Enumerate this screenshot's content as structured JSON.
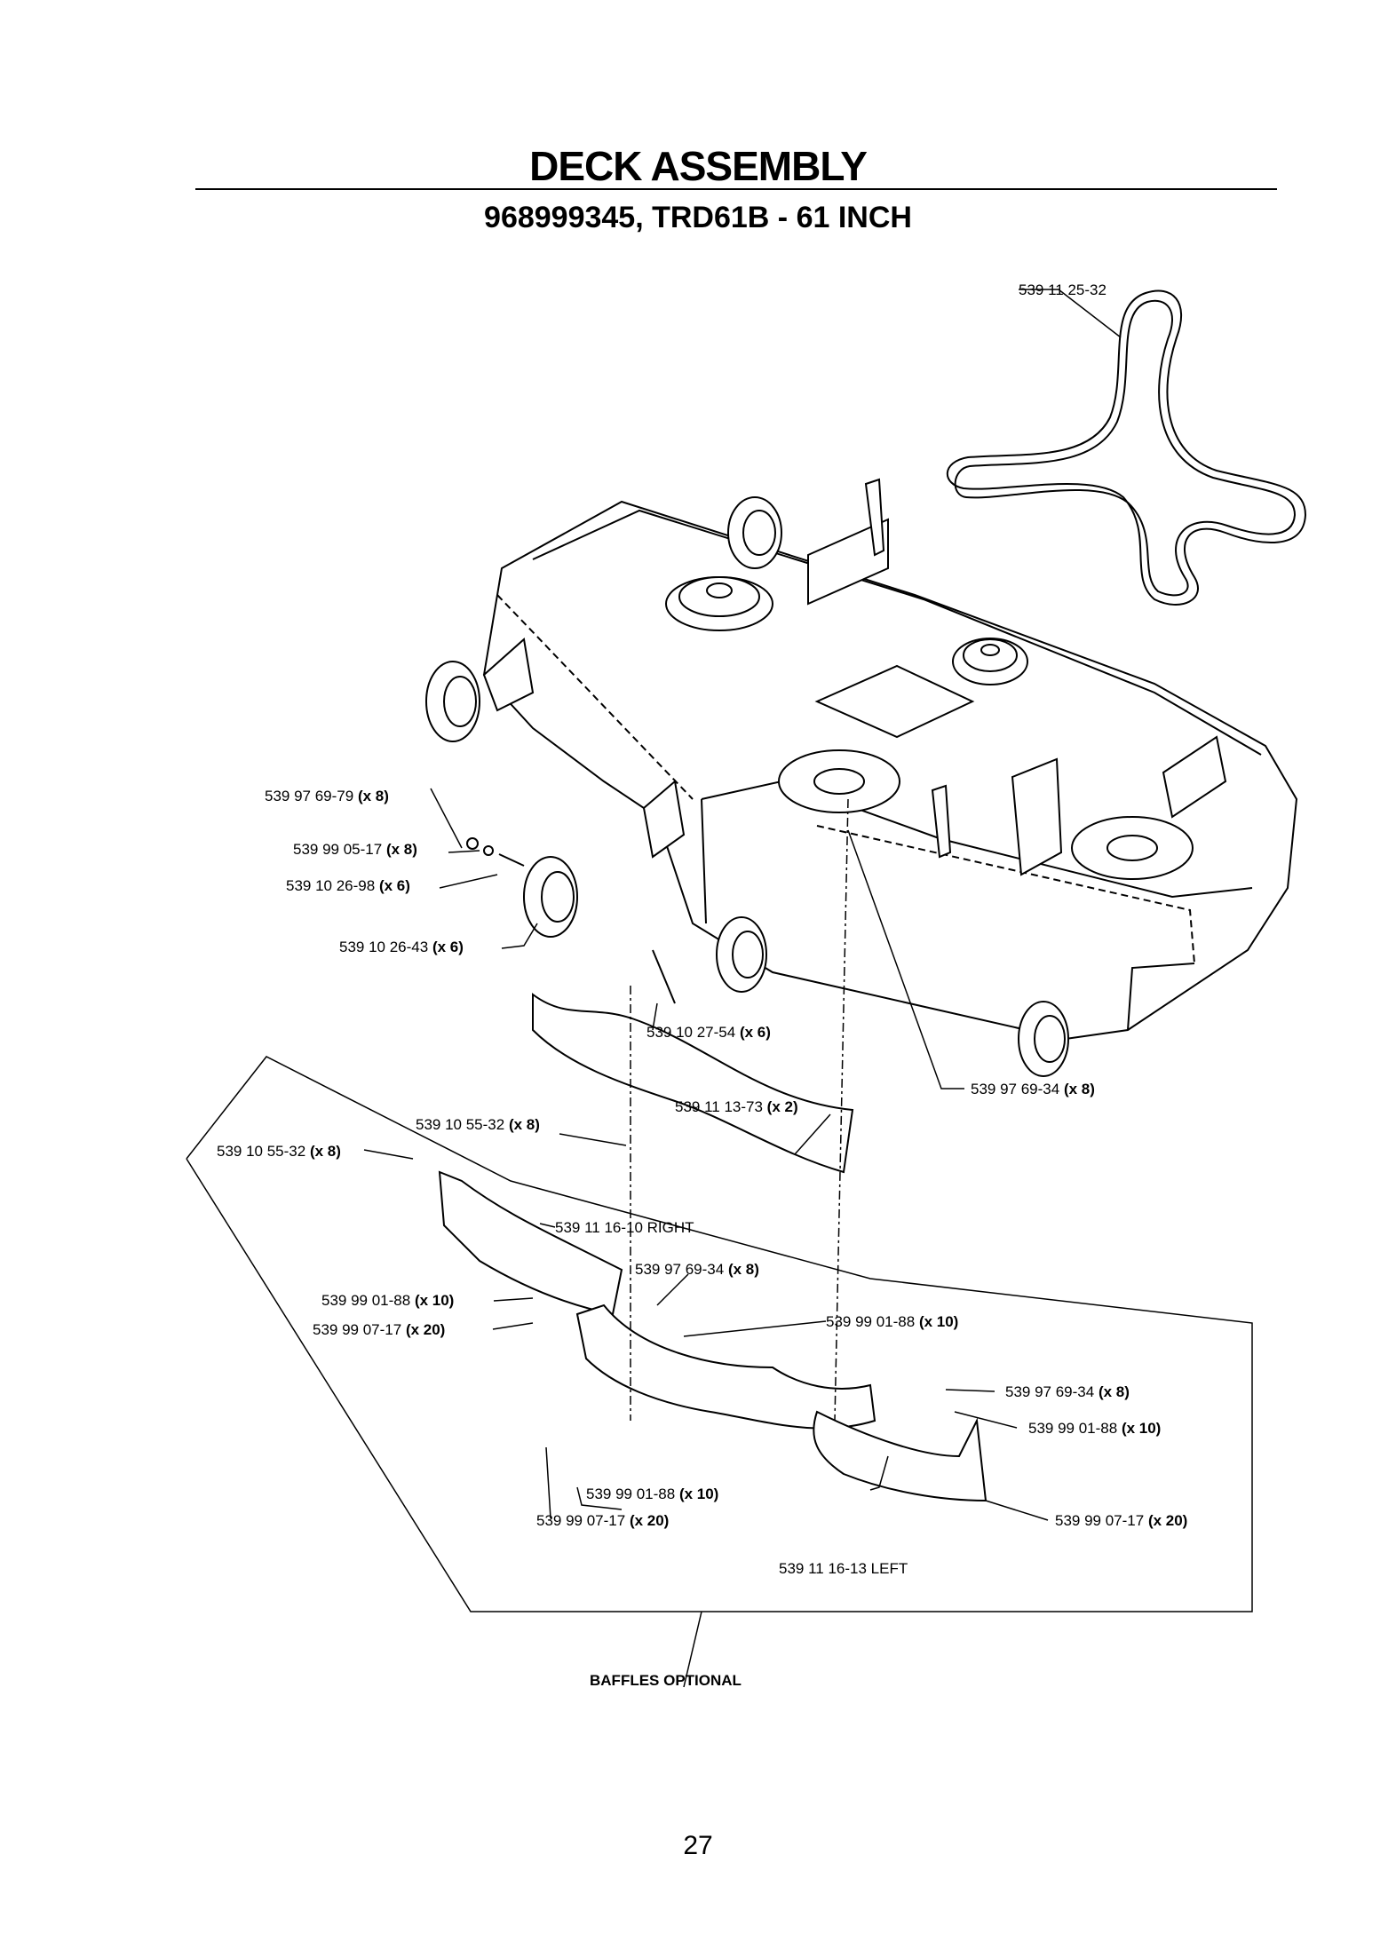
{
  "header": {
    "title": "DECK ASSEMBLY",
    "subtitle": "968999345, TRD61B - 61 INCH"
  },
  "labels": [
    {
      "part": "539 11 25-32",
      "qty": ""
    },
    {
      "part": "539 97 69-79",
      "qty": "(x 8)"
    },
    {
      "part": "539 99 05-17",
      "qty": "(x 8)"
    },
    {
      "part": "539 10 26-98",
      "qty": "(x 6)"
    },
    {
      "part": "539 10 26-43",
      "qty": "(x 6)"
    },
    {
      "part": "539 10 27-54",
      "qty": "(x 6)"
    },
    {
      "part": "539 97 69-34",
      "qty": "(x 8)"
    },
    {
      "part": "539 11 13-73",
      "qty": "(x 2)"
    },
    {
      "part": "539 10 55-32",
      "qty": "(x 8)"
    },
    {
      "part": "539 10 55-32",
      "qty": "(x 8)"
    },
    {
      "part": "539 11 16-10 RIGHT",
      "qty": ""
    },
    {
      "part": "539 97 69-34",
      "qty": "(x 8)"
    },
    {
      "part": "539 99 01-88",
      "qty": "(x 10)"
    },
    {
      "part": "539 99 07-17",
      "qty": "(x 20)"
    },
    {
      "part": "539 99 01-88",
      "qty": "(x 10)"
    },
    {
      "part": "539 97 69-34",
      "qty": "(x 8)"
    },
    {
      "part": "539 99 01-88",
      "qty": "(x 10)"
    },
    {
      "part": "539 99 01-88",
      "qty": "(x 10)"
    },
    {
      "part": "539 99 07-17",
      "qty": "(x 20)"
    },
    {
      "part": "539 99 07-17",
      "qty": "(x 20)"
    },
    {
      "part": "539 11 16-13 LEFT",
      "qty": ""
    }
  ],
  "baffles_caption": "BAFFLES OPTIONAL",
  "page_number": "27"
}
